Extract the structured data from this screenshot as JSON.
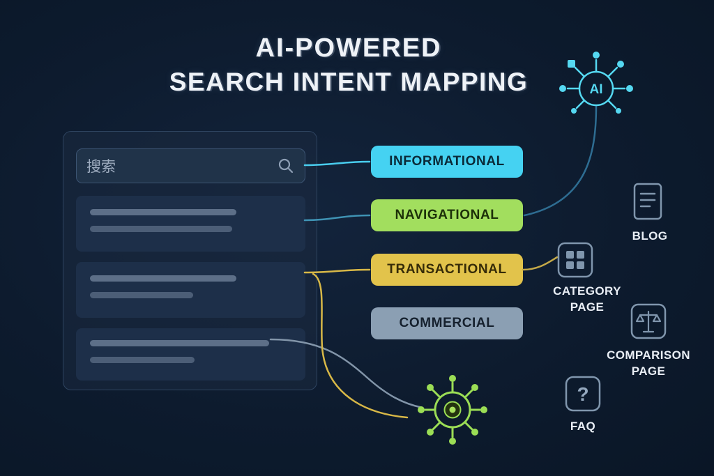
{
  "title": {
    "line1": "AI-POWERED",
    "line2": "SEARCH INTENT MAPPING"
  },
  "ai_node": {
    "label": "AI",
    "color": "#55d8f1"
  },
  "search_panel": {
    "input_text": "搜索",
    "search_icon": "magnifier-icon",
    "result_placeholders": 3
  },
  "intents": [
    {
      "label": "INFORMATIONAL",
      "color": "#45d2f2"
    },
    {
      "label": "NAVIGATIONAL",
      "color": "#a2de5e"
    },
    {
      "label": "TRANSACTIONAL",
      "color": "#e2c34b"
    },
    {
      "label": "COMMERCIAL",
      "color": "#8b9fb3"
    }
  ],
  "page_types": [
    {
      "icon": "document-icon",
      "lines": [
        "BLOG"
      ]
    },
    {
      "icon": "grid-icon",
      "lines": [
        "CATEGORY",
        "PAGE"
      ]
    },
    {
      "icon": "scales-icon",
      "lines": [
        "COMPARISON",
        "PAGE"
      ]
    },
    {
      "icon": "question-mark-icon",
      "glyph": "?",
      "lines": [
        "FAQ"
      ]
    }
  ],
  "network_hub": {
    "color": "#9bdd55"
  },
  "colors": {
    "background": "#0d1b2e",
    "panel": "#1d2f49",
    "connector_cyan": "#49cdee",
    "connector_teal": "#3f93b4",
    "connector_yellow": "#d8b847",
    "connector_gray": "#8295a9",
    "connector_steel": "#2e6d92",
    "icon_stroke": "#8096ad"
  }
}
